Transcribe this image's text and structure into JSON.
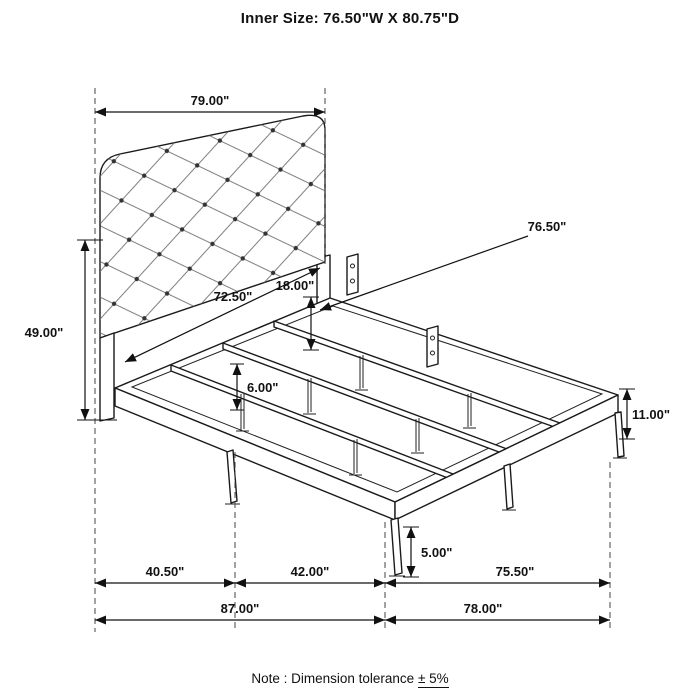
{
  "header": {
    "title": "Inner Size: 76.50\"W X 80.75\"D"
  },
  "note": {
    "prefix": "Note : Dimension tolerance ",
    "tolerance": "± 5%"
  },
  "dimensions": {
    "headboard_width": "79.00\"",
    "headboard_height": "49.00\"",
    "headboard_inner_width": "72.50\"",
    "headboard_to_deck": "18.00\"",
    "rail_length": "76.50\"",
    "slat_leg_height": "6.00\"",
    "rail_height": "11.00\"",
    "foot_leg_height": "5.00\"",
    "bottom_left_span": "40.50\"",
    "bottom_center_span": "42.00\"",
    "bottom_right_span": "75.50\"",
    "overall_width": "87.00\"",
    "overall_depth": "78.00\""
  }
}
